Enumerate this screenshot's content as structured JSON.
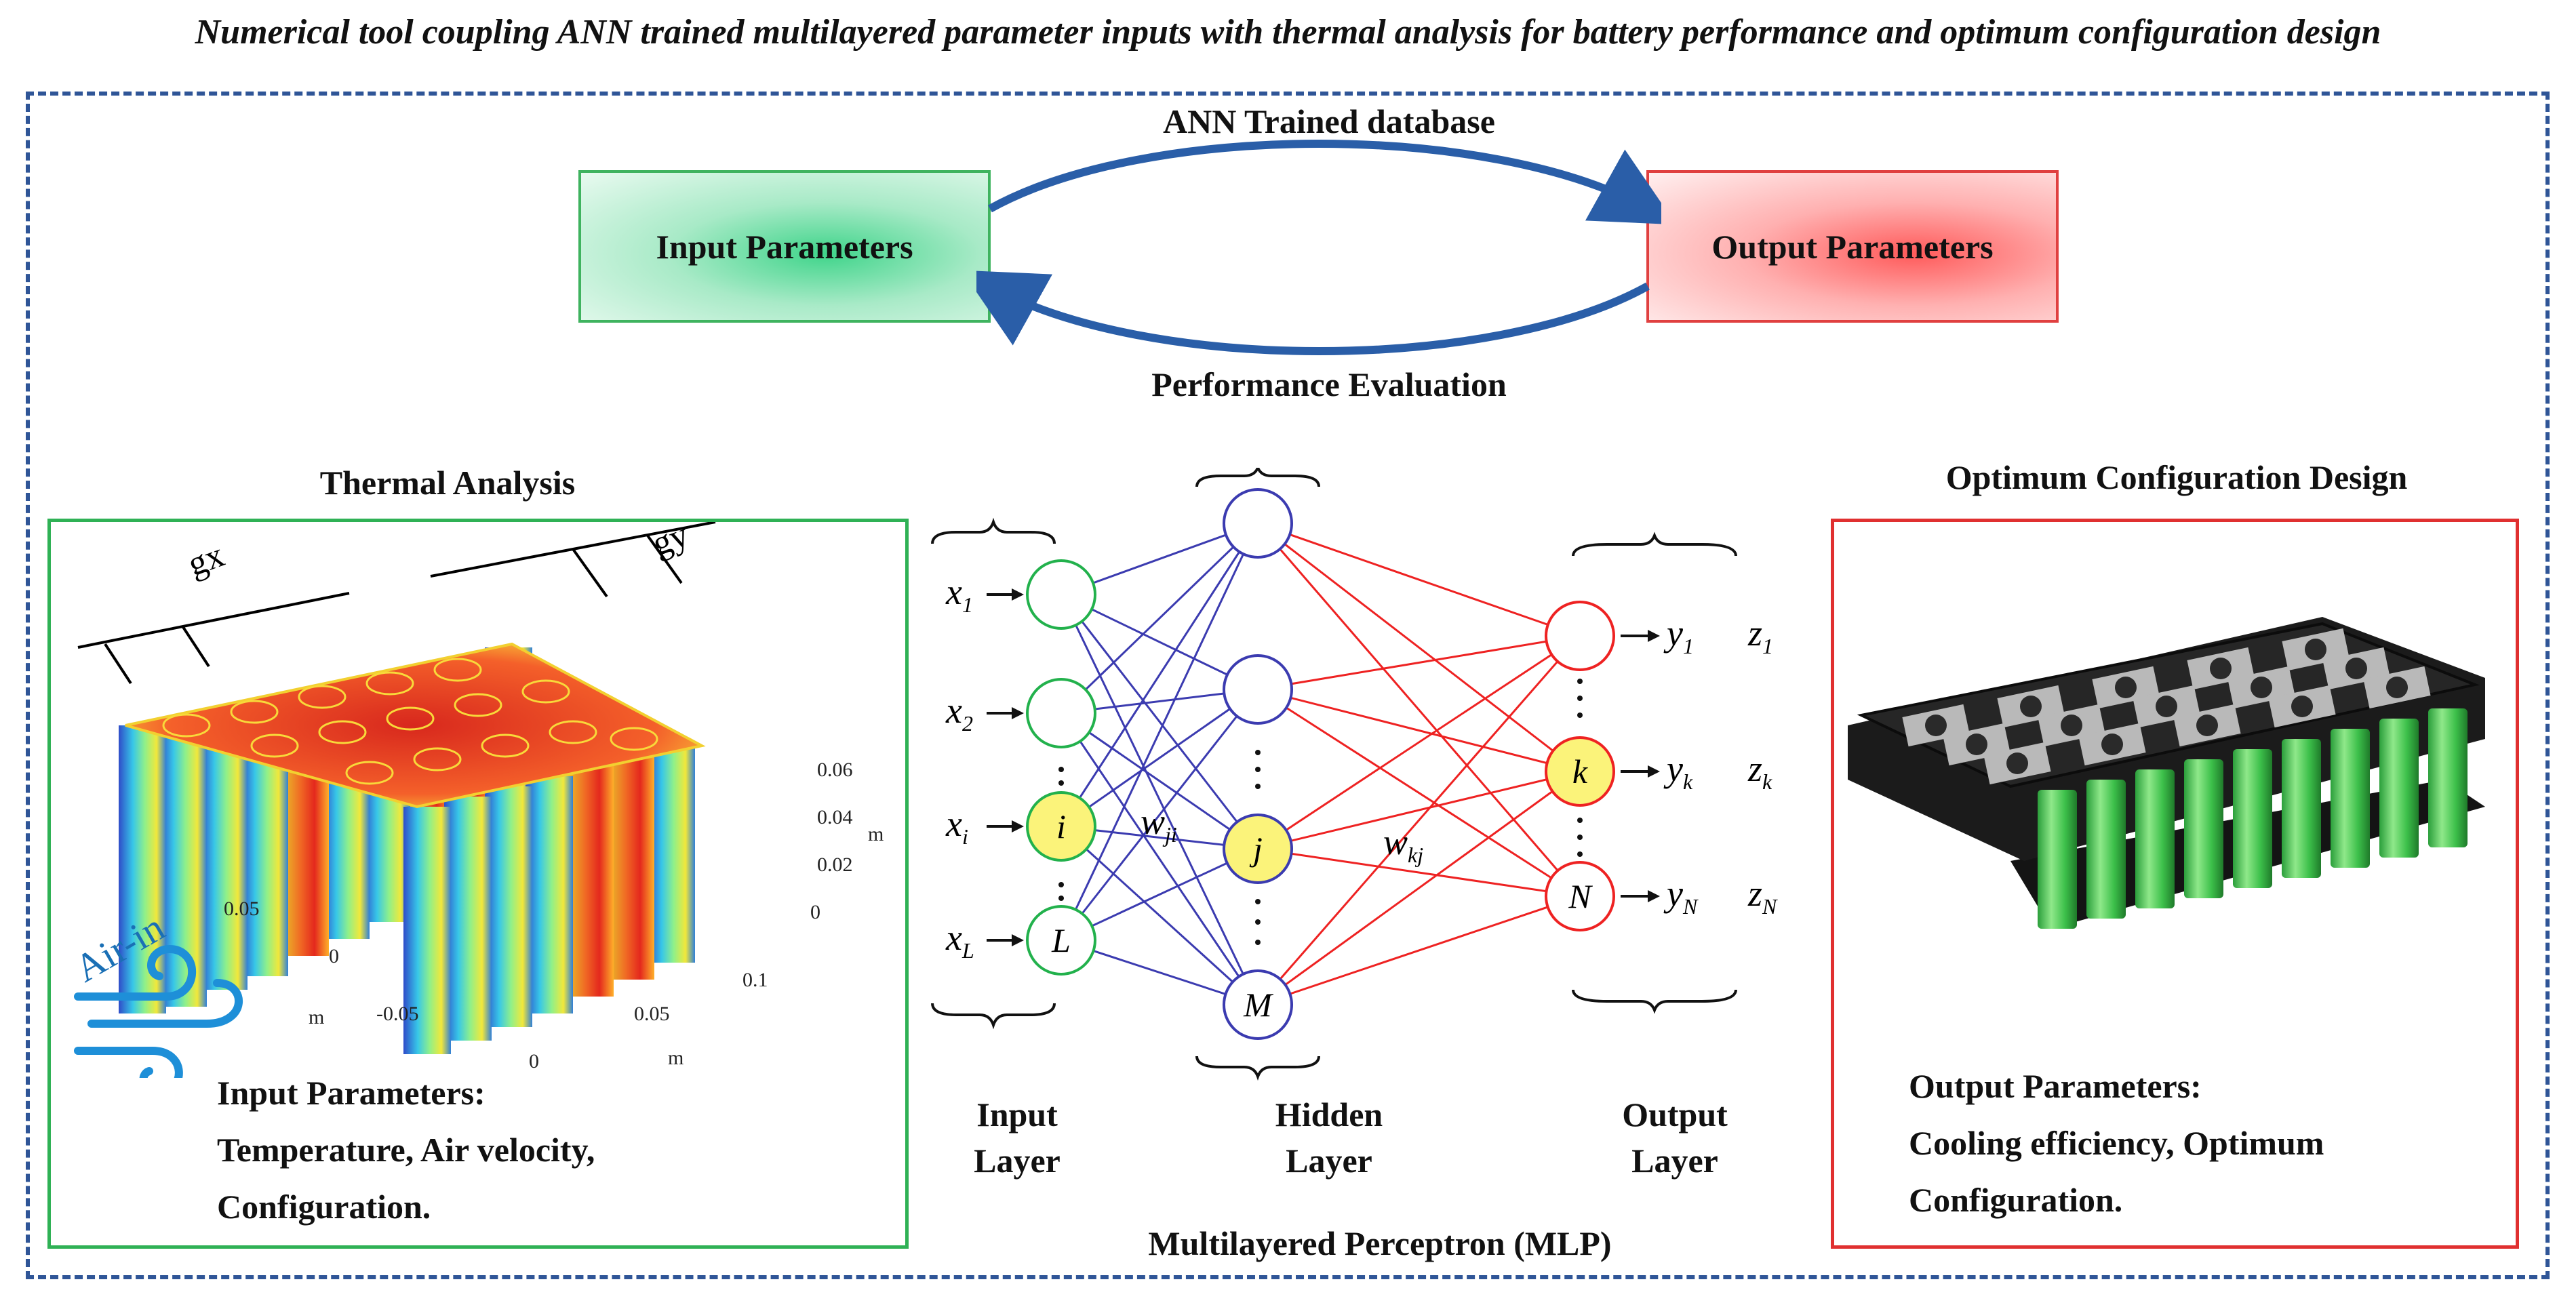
{
  "title": "Numerical tool coupling ANN trained multilayered parameter inputs with thermal analysis for battery performance and optimum configuration design",
  "loop": {
    "top_label": "ANN Trained database",
    "bottom_label": "Performance Evaluation",
    "input_box": "Input Parameters",
    "output_box": "Output Parameters"
  },
  "thermal": {
    "heading": "Thermal Analysis",
    "dim_gx": "gx",
    "dim_gy": "gy",
    "air_label": "Air-in",
    "axis_z_ticks": [
      "0.06",
      "0.04",
      "0.02",
      "0"
    ],
    "axis_z_unit": "m",
    "axis_x_ticks": [
      "0.05",
      "0",
      "-0.05"
    ],
    "axis_x_unit": "m",
    "axis_y_ticks": [
      "0",
      "0.05",
      "0.1"
    ],
    "axis_y_unit": "m",
    "text_title": "Input Parameters:",
    "text_line1": "Temperature, Air velocity,",
    "text_line2": "Configuration."
  },
  "mlp": {
    "caption": "Multilayered Perceptron (MLP)",
    "layers": [
      {
        "line1": "Input",
        "line2": "Layer"
      },
      {
        "line1": "Hidden",
        "line2": "Layer"
      },
      {
        "line1": "Output",
        "line2": "Layer"
      }
    ],
    "input_nodes": [
      {
        "label": "",
        "x_base": "x",
        "x_sub": "1"
      },
      {
        "label": "",
        "x_base": "x",
        "x_sub": "2"
      },
      {
        "label": "i",
        "x_base": "x",
        "x_sub": "i"
      },
      {
        "label": "L",
        "x_base": "x",
        "x_sub": "L"
      }
    ],
    "hidden_nodes": [
      {
        "label": ""
      },
      {
        "label": ""
      },
      {
        "label": "j"
      },
      {
        "label": "M"
      }
    ],
    "output_nodes": [
      {
        "label": "",
        "y_base": "y",
        "y_sub": "1",
        "z_base": "z",
        "z_sub": "1"
      },
      {
        "label": "k",
        "y_base": "y",
        "y_sub": "k",
        "z_base": "z",
        "z_sub": "k"
      },
      {
        "label": "N",
        "y_base": "y",
        "y_sub": "N",
        "z_base": "z",
        "z_sub": "N"
      }
    ],
    "weight_ji": {
      "base": "w",
      "sub": "ji"
    },
    "weight_kj": {
      "base": "w",
      "sub": "kj"
    },
    "colors": {
      "input": "#22b14c",
      "hidden": "#3b3bb0",
      "output": "#ee2222",
      "highlight": "#fbf37a"
    }
  },
  "optimum": {
    "heading": "Optimum Configuration Design",
    "text_title": "Output Parameters:",
    "text_line1": "Cooling efficiency, Optimum",
    "text_line2": "Configuration."
  }
}
